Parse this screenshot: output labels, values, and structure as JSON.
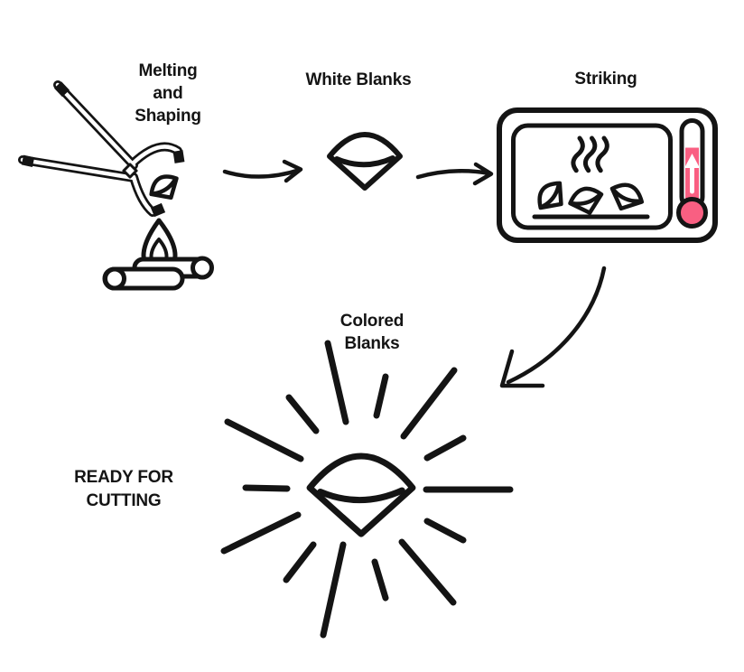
{
  "colors": {
    "ink": "#141414",
    "accent_pink": "#f95f82",
    "background": "#ffffff"
  },
  "diagram": {
    "steps": [
      {
        "id": "melting-and-shaping",
        "label": "Melting\nand\nShaping",
        "icons": [
          "tongs-icon",
          "campfire-icon",
          "gem-blank-icon"
        ]
      },
      {
        "id": "white-blanks",
        "label": "White Blanks",
        "icons": [
          "gem-blank-icon"
        ]
      },
      {
        "id": "striking",
        "label": "Striking",
        "icons": [
          "kiln-icon",
          "steam-icon",
          "gem-blank-icon",
          "thermometer-icon"
        ]
      },
      {
        "id": "colored-blanks",
        "label": "Colored\nBlanks",
        "icons": [
          "gem-blank-icon",
          "sunburst-rays-icon"
        ]
      }
    ],
    "result_label": "READY FOR\nCUTTING",
    "connector_icons": [
      "arrow-right-icon",
      "arrow-right-icon",
      "arrow-curved-down-icon"
    ]
  }
}
